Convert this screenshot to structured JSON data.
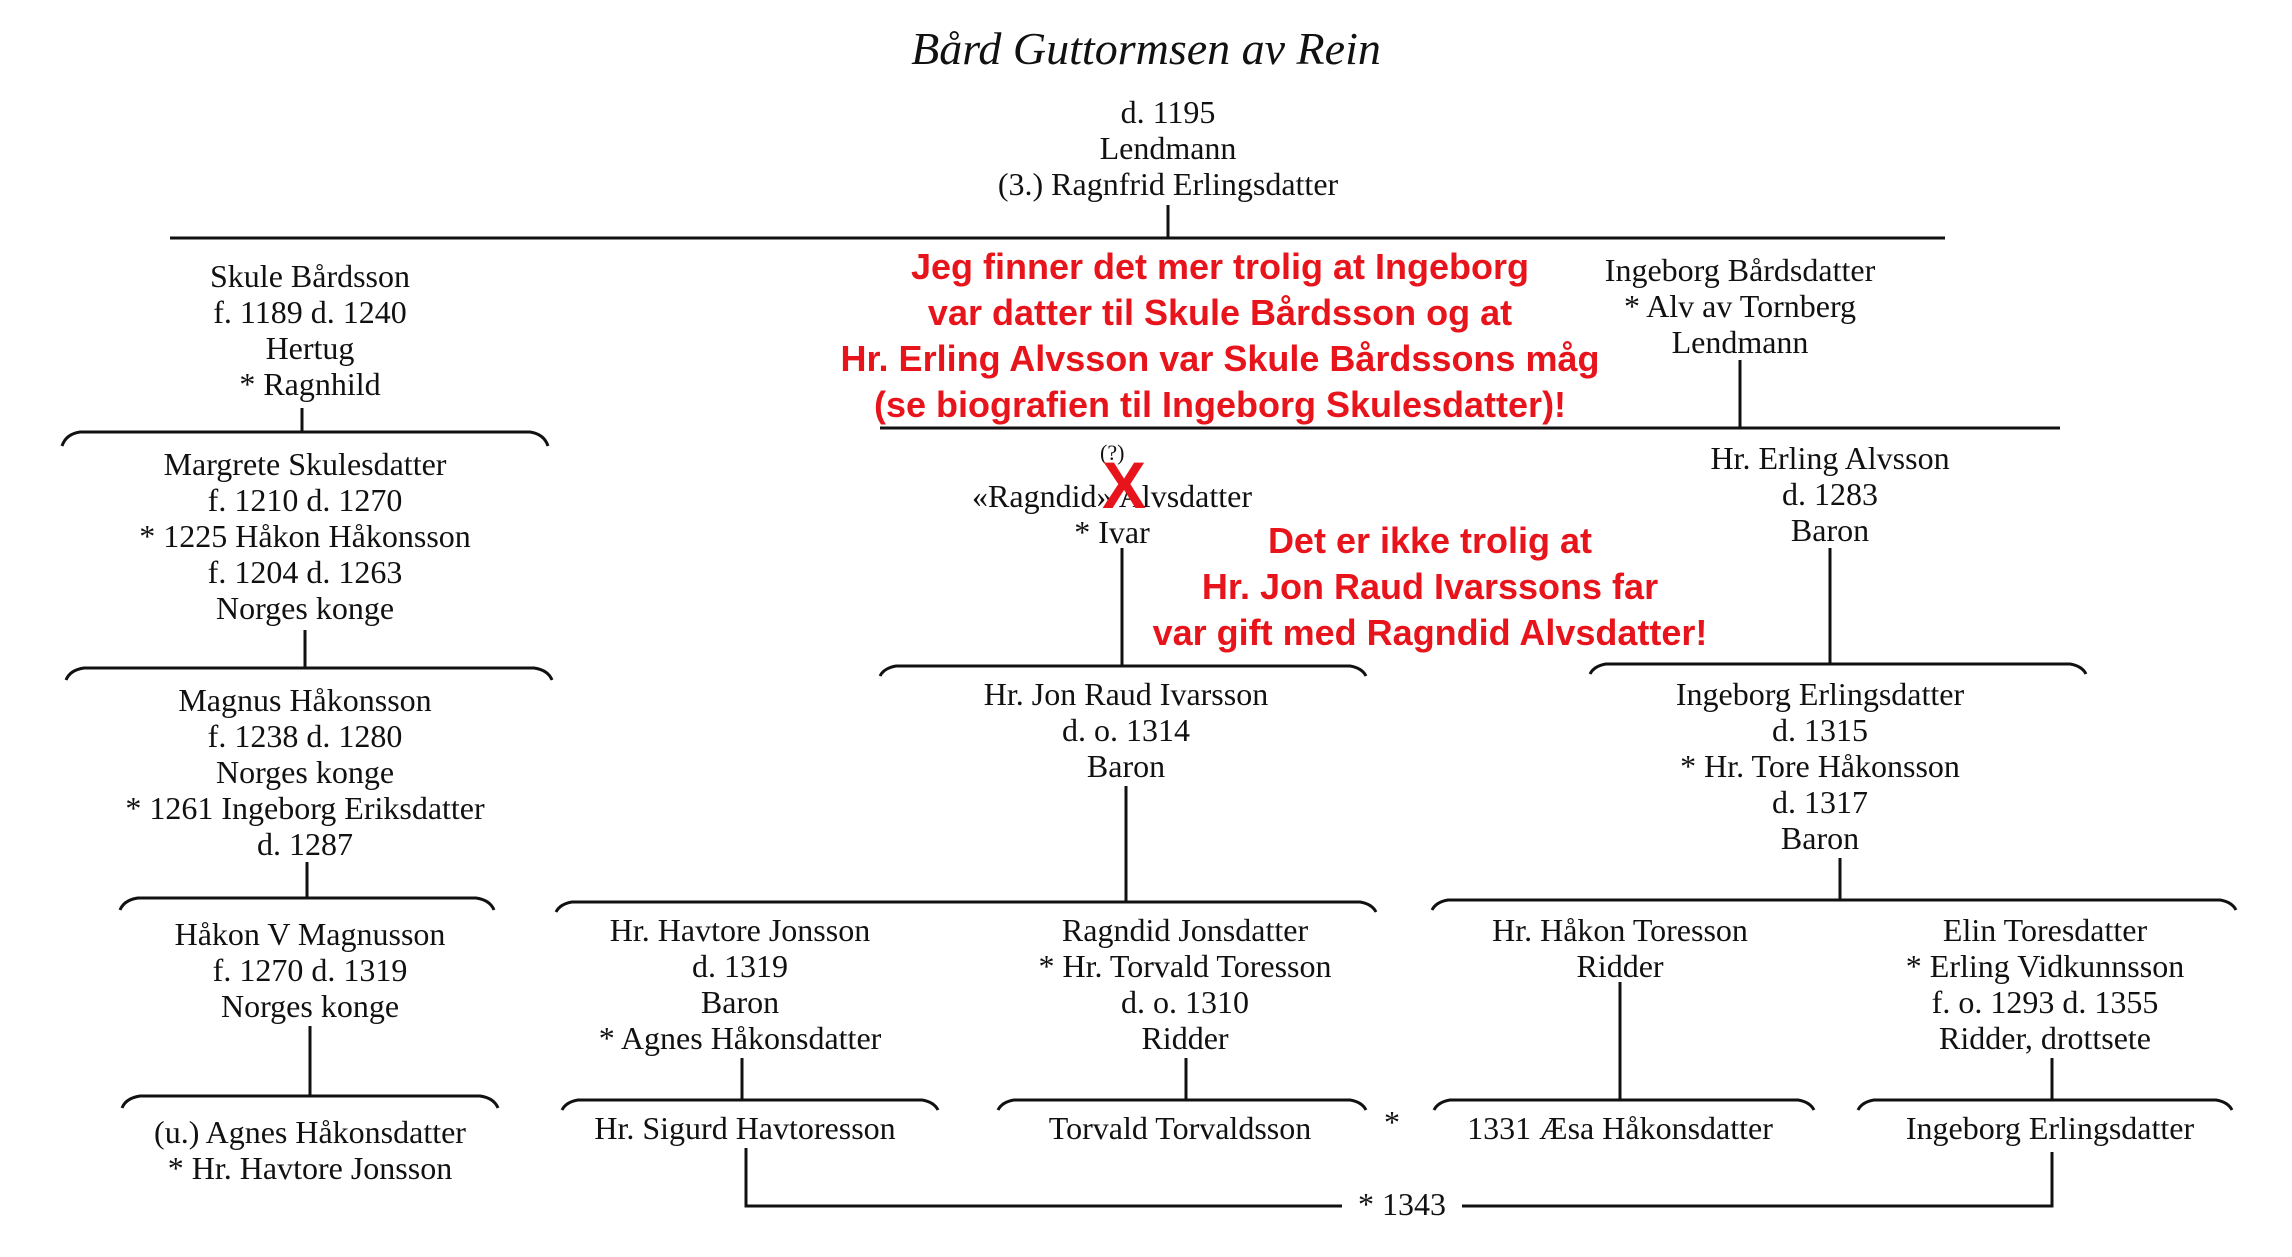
{
  "title": "Bård Guttormsen av Rein",
  "root": [
    "d. 1195",
    "Lendmann",
    "(3.) Ragnfrid Erlingsdatter"
  ],
  "skule": [
    "Skule Bårdsson",
    "f. 1189 d. 1240",
    "Hertug",
    "* Ragnhild"
  ],
  "margrete": [
    "Margrete Skulesdatter",
    "f. 1210 d. 1270",
    "* 1225 Håkon Håkonsson",
    "f. 1204 d. 1263",
    "Norges konge"
  ],
  "magnus": [
    "Magnus Håkonsson",
    "f. 1238 d. 1280",
    "Norges konge",
    "* 1261 Ingeborg Eriksdatter",
    "d. 1287"
  ],
  "hakonv": [
    "Håkon V Magnusson",
    "f. 1270 d. 1319",
    "Norges konge"
  ],
  "agnes": [
    "(u.) Agnes Håkonsdatter",
    "* Hr. Havtore Jonsson"
  ],
  "ingeborg_b": [
    "Ingeborg Bårdsdatter",
    "* Alv av Tornberg",
    "Lendmann"
  ],
  "erling_a": [
    "Hr. Erling Alvsson",
    "d. 1283",
    "Baron"
  ],
  "ragndid_a": [
    "«Ragndid» Alvsdatter",
    "* Ivar"
  ],
  "ragndid_q": "(?)",
  "jon_raud": [
    "Hr. Jon Raud Ivarsson",
    "d. o. 1314",
    "Baron"
  ],
  "ingeborg_e": [
    "Ingeborg Erlingsdatter",
    "d. 1315",
    "* Hr. Tore Håkonsson",
    "d. 1317",
    "Baron"
  ],
  "havtore": [
    "Hr. Havtore Jonsson",
    "d. 1319",
    "Baron",
    "* Agnes Håkonsdatter"
  ],
  "ragndid_j": [
    "Ragndid Jonsdatter",
    "* Hr. Torvald Toresson",
    "d. o. 1310",
    "Ridder"
  ],
  "hakon_t": [
    "Hr. Håkon Toresson",
    "Ridder"
  ],
  "elin": [
    "Elin Toresdatter",
    "* Erling Vidkunnsson",
    "f. o. 1293 d. 1355",
    "Ridder, drottsete"
  ],
  "sigurd": "Hr. Sigurd Havtoresson",
  "torvald": "Torvald Torvaldsson",
  "marriage_star": "*",
  "esa": "1331 Æsa Håkonsdatter",
  "ingeborg_e2": "Ingeborg Erlingsdatter",
  "marriage_1343": "* 1343",
  "note1": [
    "Jeg finner det mer trolig at Ingeborg",
    "var datter til Skule Bårdsson og at",
    "Hr. Erling Alvsson var Skule Bårdssons måg",
    "(se biografien til Ingeborg Skulesdatter)!"
  ],
  "note2": [
    "Det er ikke trolig at",
    "Hr. Jon Raud Ivarssons far",
    "var gift med Ragndid Alvsdatter!"
  ],
  "xmark": "X",
  "colors": {
    "annotation": "#e8141c",
    "ink": "#111111"
  }
}
